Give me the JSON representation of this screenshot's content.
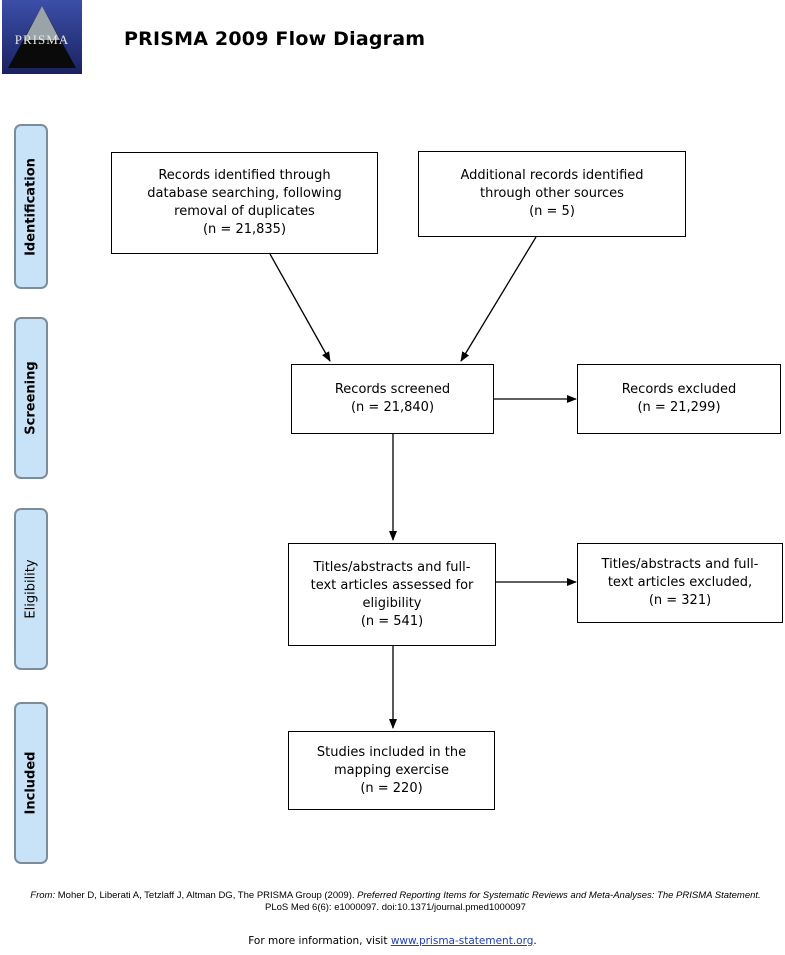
{
  "header": {
    "logo_text": "PRISMA",
    "title": "PRISMA 2009 Flow Diagram"
  },
  "stages": {
    "identification": "Identification",
    "screening": "Screening",
    "eligibility": "Eligibility",
    "included": "Included"
  },
  "boxes": {
    "database_records": {
      "lines": [
        "Records identified through",
        "database searching, following",
        "removal of duplicates",
        "(n = 21,835)"
      ]
    },
    "other_sources": {
      "lines": [
        "Additional records identified",
        "through other sources",
        "(n = 5)"
      ]
    },
    "screened": {
      "lines": [
        "Records screened",
        "(n = 21,840)"
      ]
    },
    "excluded": {
      "lines": [
        "Records excluded",
        "(n = 21,299)"
      ]
    },
    "assessed": {
      "lines": [
        "Titles/abstracts and full-",
        "text articles assessed for",
        "eligibility",
        "(n = 541)"
      ]
    },
    "assessed_excluded": {
      "lines": [
        "Titles/abstracts and full-",
        "text articles excluded,",
        "(n = 321)"
      ]
    },
    "included": {
      "lines": [
        "Studies included in the",
        "mapping exercise",
        "(n = 220)"
      ]
    }
  },
  "footer": {
    "citation_prefix": "From:",
    "citation_authors": "Moher D, Liberati A, Tetzlaff J, Altman DG, The PRISMA Group (2009).",
    "citation_title": "Preferred Reporting Items for Systematic Reviews and Meta-Analyses: The PRISMA Statement.",
    "citation_rest": "PLoS Med 6(6): e1000097. doi:10.1371/journal.pmed1000097",
    "info_prefix": "For more information, visit",
    "info_link": "www.prisma-statement.org",
    "info_suffix": "."
  }
}
